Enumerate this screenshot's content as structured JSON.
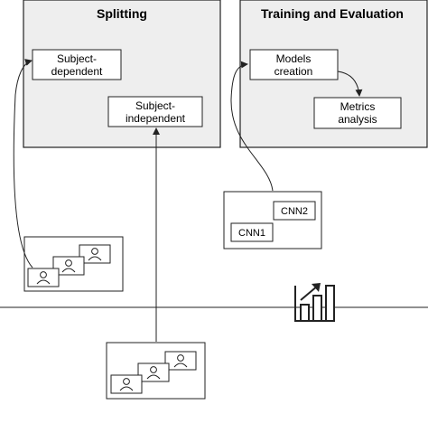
{
  "panels": {
    "splitting": {
      "title": "Splitting",
      "subject_dependent_line1": "Subject-",
      "subject_dependent_line2": "dependent",
      "subject_independent_line1": "Subject-",
      "subject_independent_line2": "independent"
    },
    "training": {
      "title": "Training and Evaluation",
      "models_line1": "Models",
      "models_line2": "creation",
      "metrics_line1": "Metrics",
      "metrics_line2": "analysis"
    }
  },
  "cnn_group": {
    "cnn1_label": "CNN1",
    "cnn2_label": "CNN2"
  },
  "icons": {
    "frames_stack": "person-frames-icon",
    "analytics": "bar-chart-growth-icon"
  },
  "colors": {
    "panel_fill": "#eeeeee",
    "box_fill": "#ffffff",
    "stroke": "#222222",
    "text": "#111111"
  }
}
